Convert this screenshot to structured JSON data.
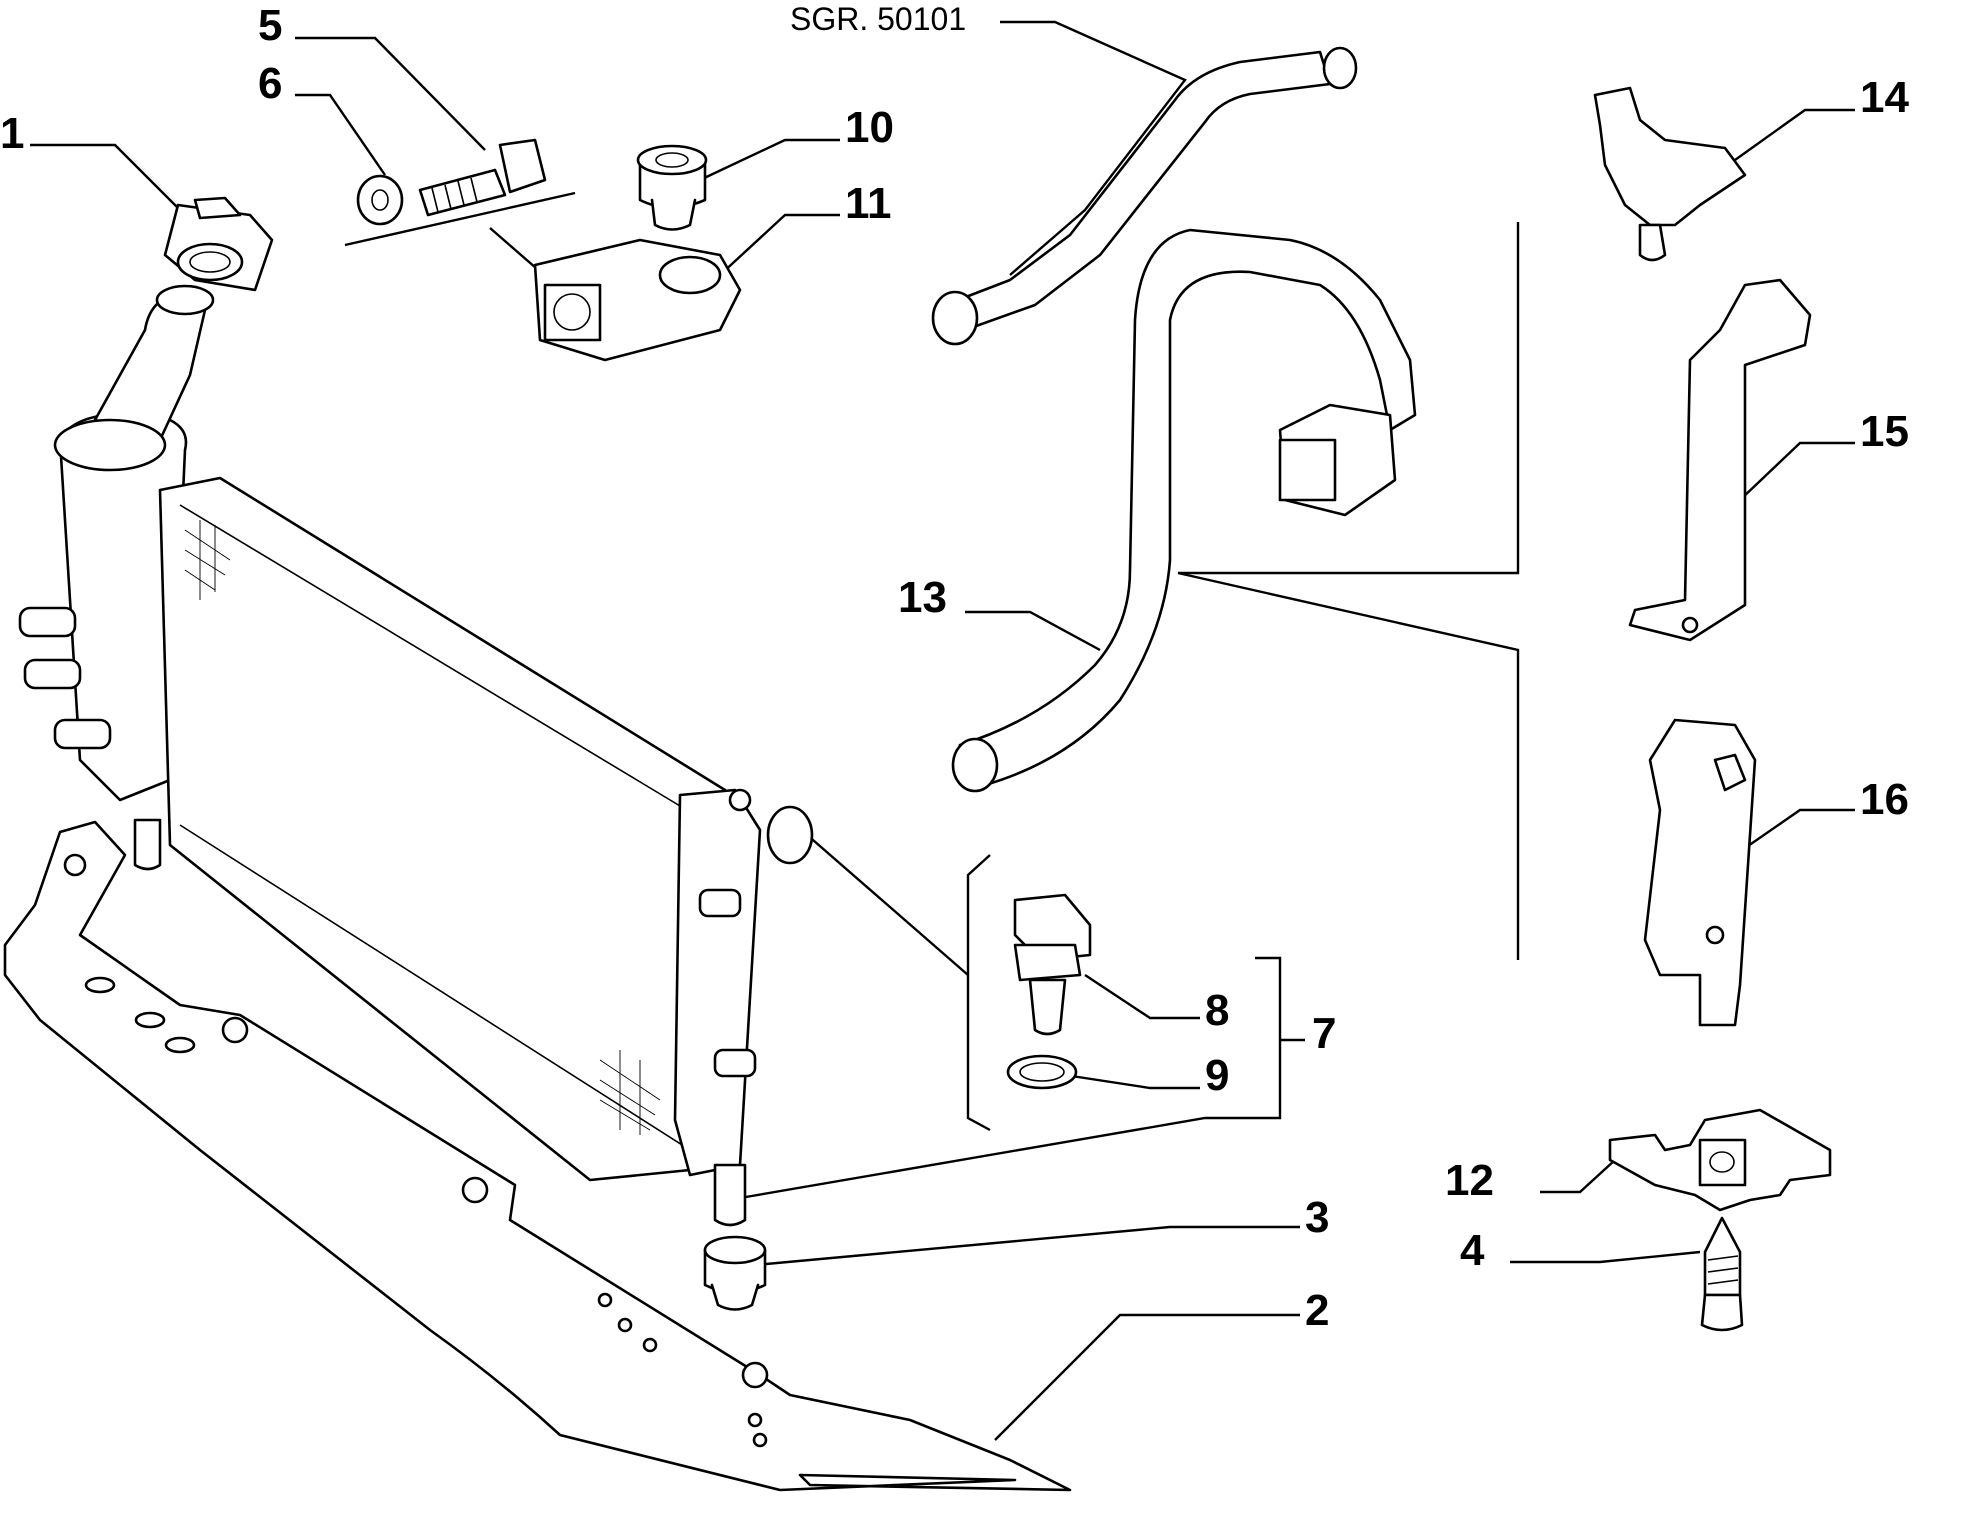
{
  "diagram": {
    "reference": "SGR. 50101",
    "callouts": [
      {
        "id": "c1",
        "label": "1"
      },
      {
        "id": "c2",
        "label": "2"
      },
      {
        "id": "c3",
        "label": "3"
      },
      {
        "id": "c4",
        "label": "4"
      },
      {
        "id": "c5",
        "label": "5"
      },
      {
        "id": "c6",
        "label": "6"
      },
      {
        "id": "c7",
        "label": "7"
      },
      {
        "id": "c8",
        "label": "8"
      },
      {
        "id": "c9",
        "label": "9"
      },
      {
        "id": "c10",
        "label": "10"
      },
      {
        "id": "c11",
        "label": "11"
      },
      {
        "id": "c12",
        "label": "12"
      },
      {
        "id": "c13",
        "label": "13"
      },
      {
        "id": "c14",
        "label": "14"
      },
      {
        "id": "c15",
        "label": "15"
      },
      {
        "id": "c16",
        "label": "16"
      }
    ]
  }
}
